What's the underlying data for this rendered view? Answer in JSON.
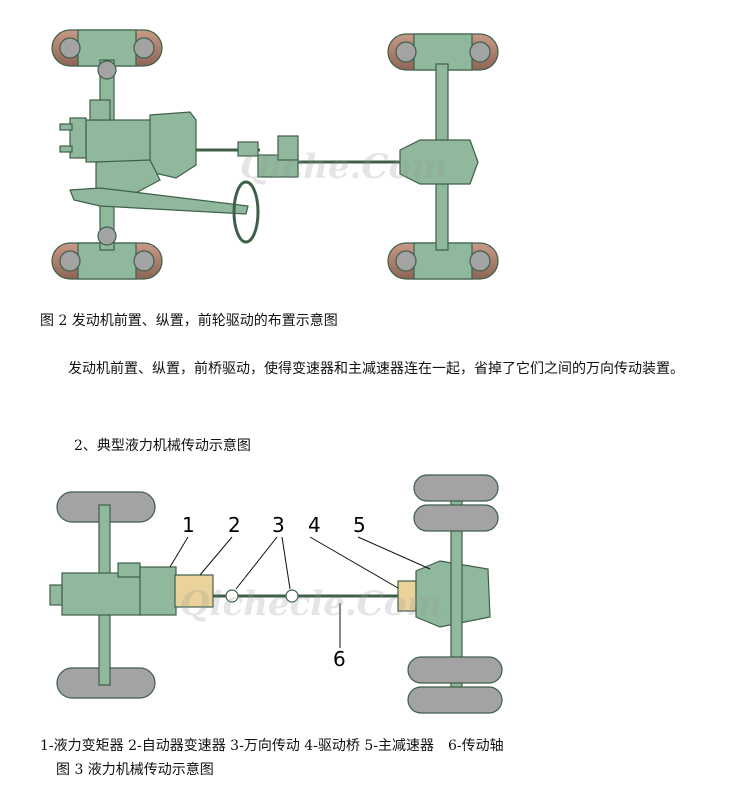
{
  "figure2": {
    "caption": "图 2 发动机前置、纵置，前轮驱动的布置示意图",
    "watermark": "Qiche.Com"
  },
  "paragraph": "发动机前置、纵置，前桥驱动，使得变速器和主减速器连在一起，省掉了它们之间的万向传动装置。",
  "section_heading": "2、典型液力机械传动示意图",
  "figure3": {
    "callouts": [
      "1",
      "2",
      "3",
      "4",
      "5",
      "6"
    ],
    "legend": "1-液力变矩器 2-自动器变速器 3-万向传动 4-驱动桥 5-主减速器　6-传动轴",
    "caption": "图 3 液力机械传动示意图",
    "watermark": "Qichecle.Com"
  },
  "colors": {
    "chassis_green": "#8fb89c",
    "chassis_stroke": "#3f5f4a",
    "tire_gray": "#a3a3a3",
    "tire_brown": "#b07f6a",
    "gearbox_yellow": "#ead39a"
  }
}
